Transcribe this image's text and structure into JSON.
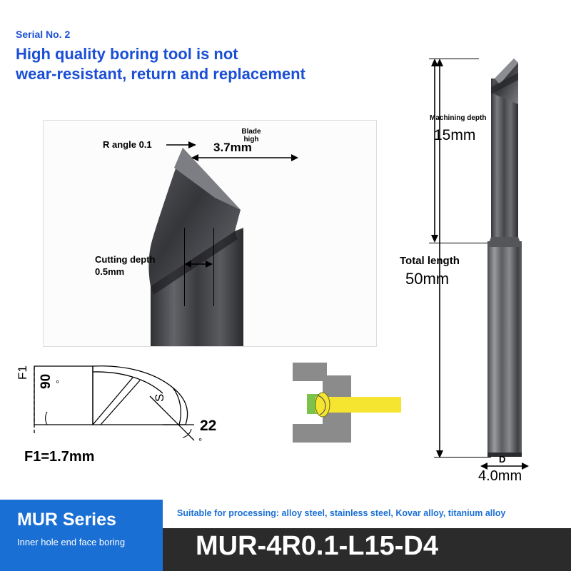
{
  "header": {
    "serial_no": "Serial No. 2",
    "headline_line1": "High quality boring tool is not",
    "headline_line2": "wear-resistant, return and replacement",
    "accent_color": "#1a4fd6"
  },
  "photo_panel": {
    "blade_high_label_l1": "Blade",
    "blade_high_label_l2": "high",
    "blade_high_value": "3.7mm",
    "r_angle_label": "R angle 0.1",
    "cutting_depth_label": "Cutting depth",
    "cutting_depth_value": "0.5mm"
  },
  "right_drawing": {
    "machining_depth_label": "Machining depth",
    "machining_depth_value": "15mm",
    "total_length_label": "Total length",
    "total_length_value": "50mm",
    "diameter_symbol": "D",
    "diameter_value": "4.0mm"
  },
  "f1_drawing": {
    "f1_axis_label": "F1",
    "angle_90": "90",
    "angle_90_unit": "°",
    "angle_22": "22",
    "angle_22_unit": "°",
    "s_label": "S",
    "f1_value": "F1=1.7mm"
  },
  "footer": {
    "series_title": "MUR Series",
    "series_subtitle": "Inner hole end face boring",
    "suitable_text": "Suitable for processing: alloy steel, stainless steel, Kovar alloy, titanium alloy",
    "part_number": "MUR-4R0.1-L15-D4",
    "blue": "#1a6fd4",
    "dark": "#2b2b2b"
  }
}
